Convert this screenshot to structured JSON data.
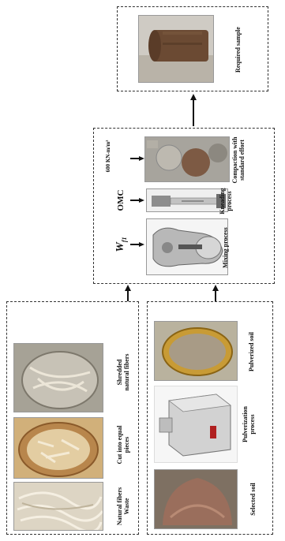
{
  "final": {
    "label": "Required sample"
  },
  "process": {
    "compaction": {
      "label": "Compaction with standard effort",
      "input": "600 KN-m/m³"
    },
    "kneading": {
      "label": "Kneading process",
      "input": "OMC"
    },
    "mixing": {
      "label": "Mixing process",
      "input_symbol": "W",
      "input_sub": "f1"
    }
  },
  "fibers": {
    "items": [
      {
        "label": "Natural fibers Waste"
      },
      {
        "label": "Cut into equal pieces"
      },
      {
        "label": "Shredded natural fibers"
      }
    ]
  },
  "soil": {
    "items": [
      {
        "label": "Selected soil"
      },
      {
        "label": "Pulverization process"
      },
      {
        "label": "Pulverized soil"
      }
    ]
  },
  "colors": {
    "arrow": "#111111",
    "border": "#333333"
  }
}
